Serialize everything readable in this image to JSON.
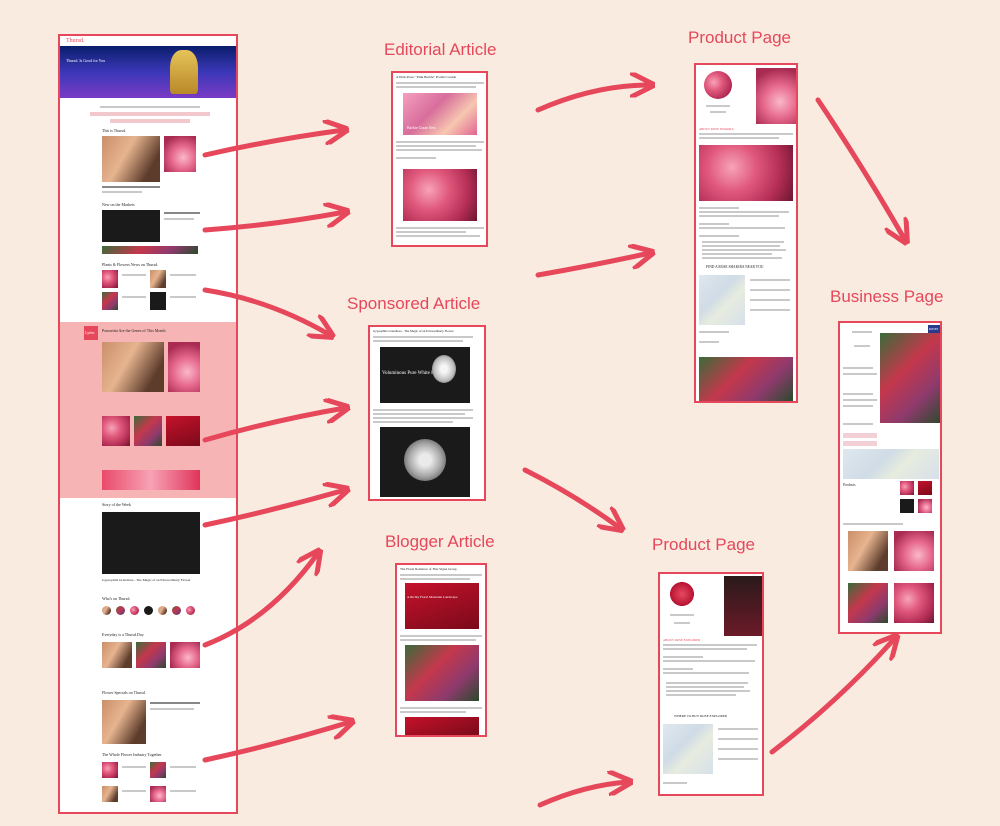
{
  "labels": {
    "editorial": "Editorial Article",
    "product_top": "Product Page",
    "sponsored": "Sponsored Article",
    "business": "Business Page",
    "blogger": "Blogger Article",
    "product_bottom": "Product Page"
  },
  "home": {
    "logo": "Thursd.",
    "hero_title": "Thursd. Is Good for You",
    "sec1": "This is Thursd.",
    "sec2": "New on the Markets",
    "sec3": "Plants & Flowers News on Thursd.",
    "sponsor_logo": "Lyfen",
    "sponsor_title": "Poinsettia Are the Genes of This Month",
    "sec4": "Story of the Week",
    "story_title": "Gypsophila Grandiosa - The Magic of an Extraordinary Flower",
    "sec5": "Who's on Thursd.",
    "sec6": "Everyday is a Thursd.Day",
    "sec7": "Flower Specials on Thursd.",
    "sec8": "The Whole Flower Industry Together"
  },
  "editorial": {
    "headline": "A Pink Rose: \"Pink Barbie\" Product Guide",
    "img_caption": "Barbie Craze Sets"
  },
  "sponsored": {
    "headline": "Gypsophila Grandiosa - The Magic of an Extraordinary Flower",
    "img_text": "Voluminous Pure White Flowers"
  },
  "blogger": {
    "headline": "The Floral Romance of This Vigne Group",
    "img_text": "A Richly Floral Mountain Landscape"
  },
  "product_top": {
    "section": "ABOUT ROSE SHAKIRA",
    "find": "FIND A ROSE SHAKIRA NEAR YOU"
  },
  "product_bottom": {
    "section": "ABOUT ROSE EXPLORER",
    "find": "WHERE TO BUY ROSE EXPLORER"
  },
  "business": {
    "section": "Products",
    "brand": "ROSES"
  },
  "colors": {
    "accent": "#e6475a",
    "background": "#f9ebe0"
  }
}
